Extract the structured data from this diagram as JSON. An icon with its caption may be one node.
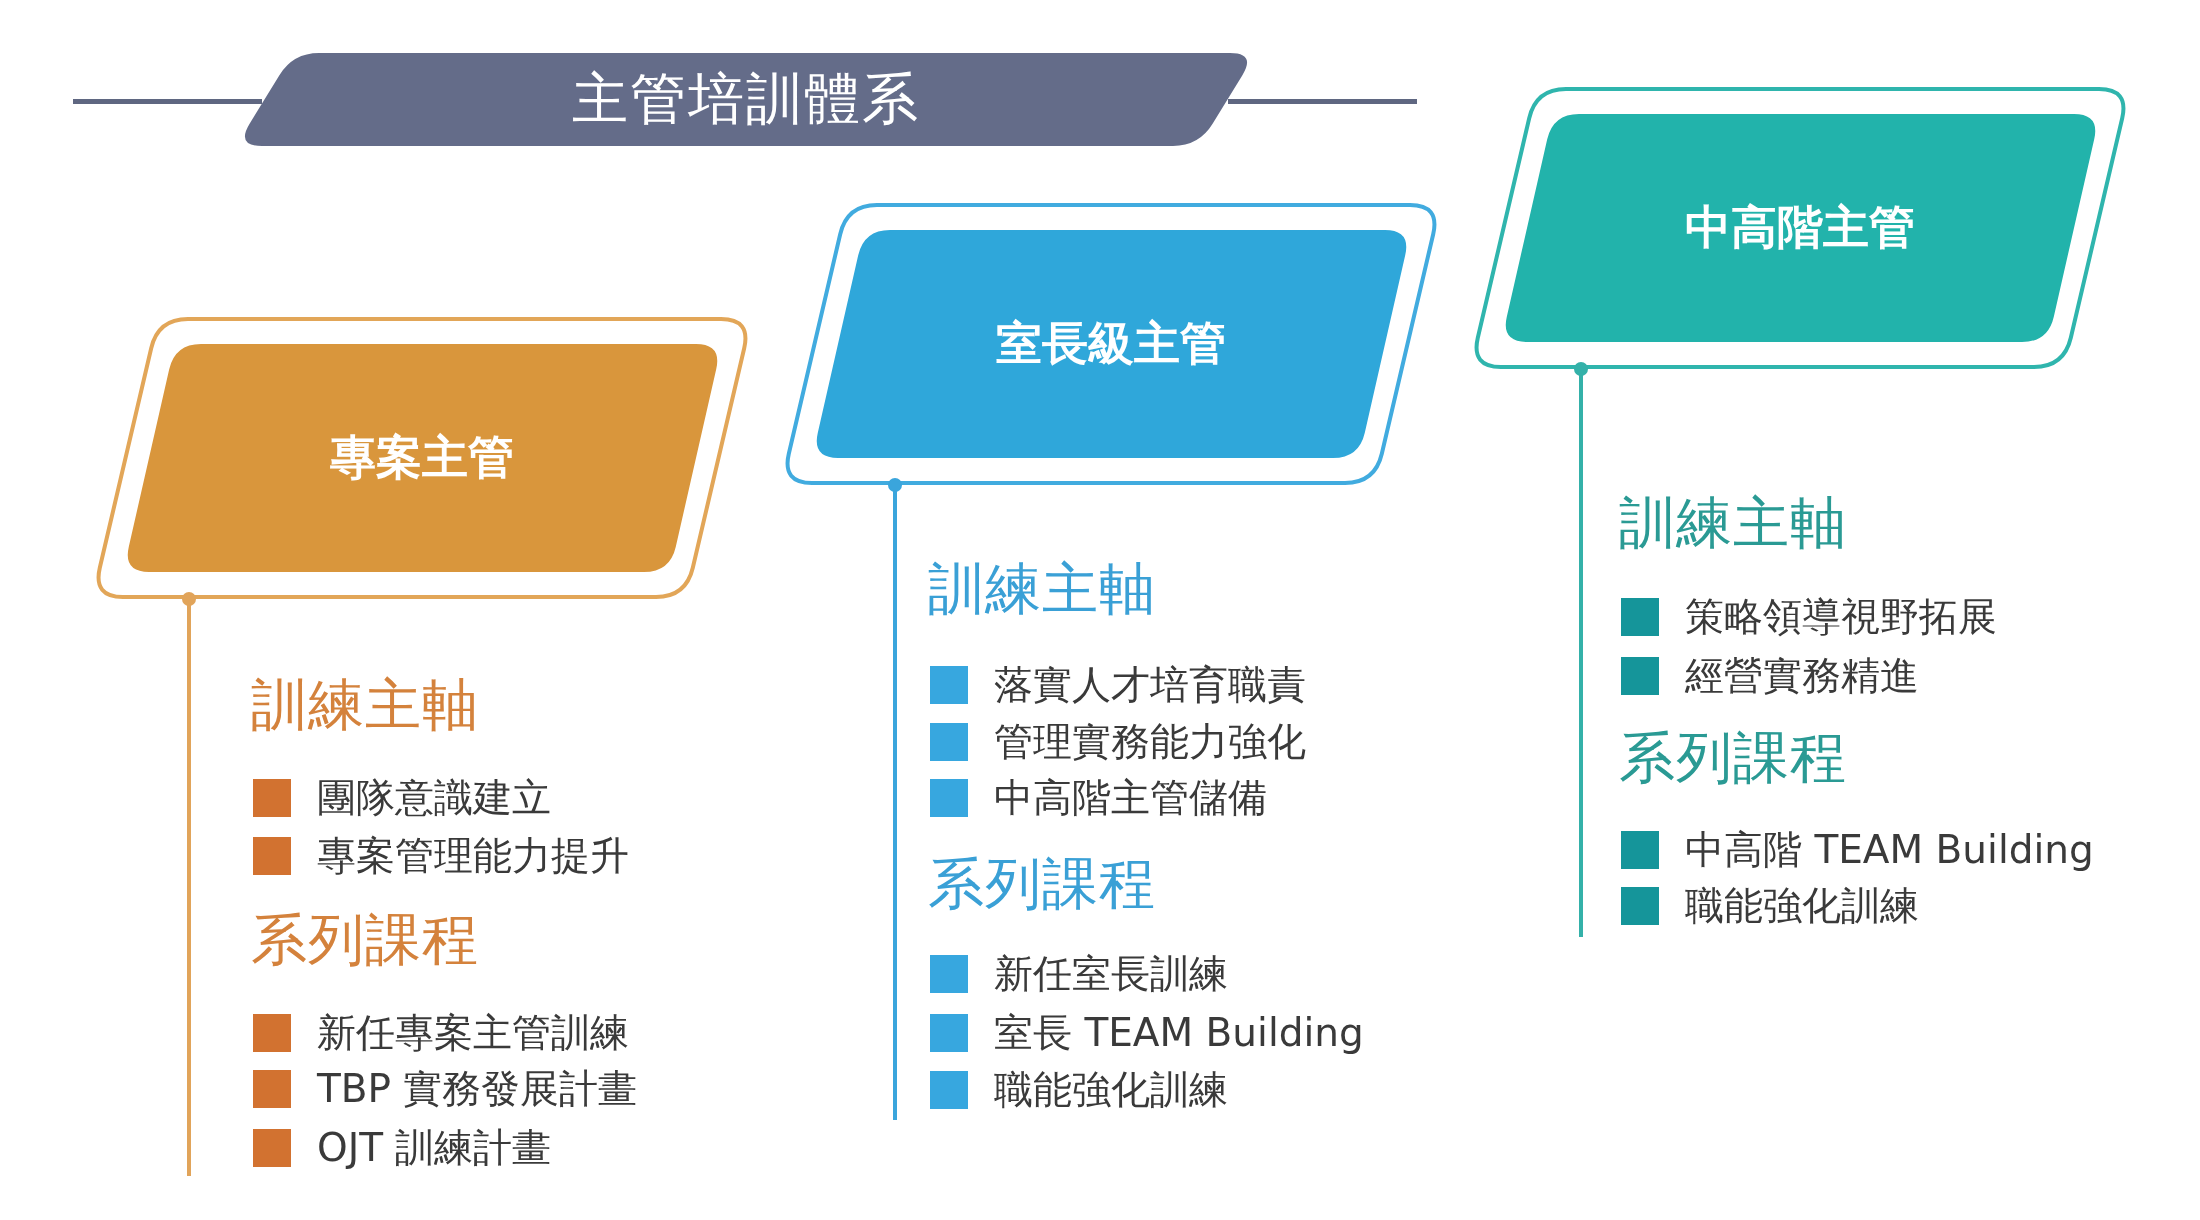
{
  "diagram": {
    "title": "主管培訓體系",
    "nodes": [
      {
        "text": [
          "專案主管"
        ],
        "beside": [
          "訓練主軸",
          "團隊意識建立",
          "專案管理能力提升",
          "系列課程",
          "新任專案主管訓練",
          "TBP 實務發展計畫",
          "OJT 訓練計畫"
        ]
      },
      {
        "text": [
          "室長級主管"
        ],
        "beside": [
          "訓練主軸",
          "落實人才培育職責",
          "管理實務能力強化",
          "中高階主管儲備",
          "系列課程",
          "新任室長訓練",
          "室長 TEAM Building",
          "職能強化訓練"
        ]
      },
      {
        "text": [
          "中高階主管"
        ],
        "beside": [
          "訓練主軸",
          "策略領導視野拓展",
          "經營實務精進",
          "系列課程",
          "中高階 TEAM Building",
          "職能強化訓練"
        ]
      }
    ],
    "edges": [
      {
        "from": 0,
        "to": null,
        "arrow": "other",
        "color": "#e1a45a"
      },
      {
        "from": 1,
        "to": null,
        "arrow": "other",
        "color": "#3aa5dc"
      },
      {
        "from": 2,
        "to": null,
        "arrow": "other",
        "color": "#34b1a9"
      }
    ]
  }
}
